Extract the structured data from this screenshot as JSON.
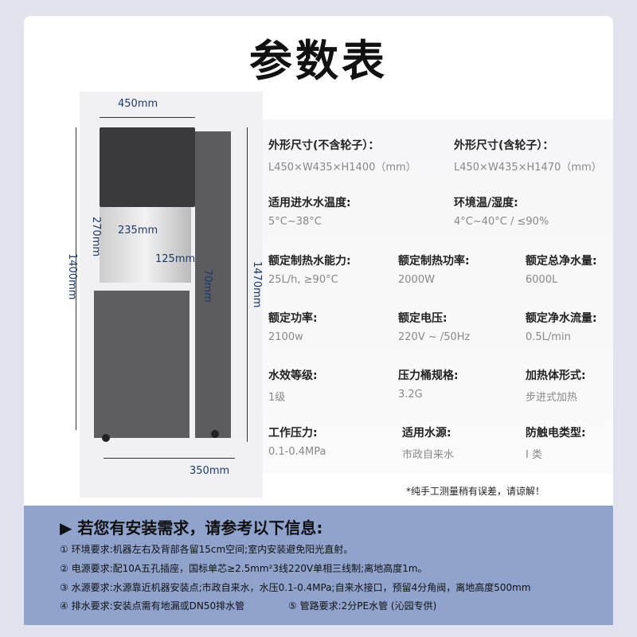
{
  "title": "参数表",
  "dimensions": {
    "width": "450mm",
    "outlet_width": "235mm",
    "outlet_height": "270mm",
    "height_no_wheels": "1400mm",
    "depth_outlet": "125mm",
    "drip": "70mm",
    "height_with_wheels": "1470mm",
    "base_depth": "350mm"
  },
  "specs": [
    {
      "label": "外形尺寸(不含轮子）：",
      "value": "L450×W435×H1400（mm）"
    },
    {
      "label": "外形尺寸(含轮子）：",
      "value": "L450×W435×H1470（mm）"
    },
    {
      "label": "适用进水水温度:",
      "value": "5°C~38°C"
    },
    {
      "label": "环境温/湿度:",
      "value": "4°C~40°C / ≤90%"
    },
    {
      "label": "额定制热水能力:",
      "value": "25L/h, ≥90°C"
    },
    {
      "label": "额定制热功率:",
      "value": "2000W"
    },
    {
      "label": "额定总净水量:",
      "value": "6000L"
    },
    {
      "label": "额定功率:",
      "value": "2100w"
    },
    {
      "label": "额定电压:",
      "value": "220V ~ /50Hz"
    },
    {
      "label": "额定净水流量:",
      "value": "0.5L/min"
    },
    {
      "label": "水效等级:",
      "value": "1级"
    },
    {
      "label": "压力桶规格:",
      "value": "3.2G"
    },
    {
      "label": "加热体形式:",
      "value": "步进式加热"
    },
    {
      "label": "工作压力:",
      "value": "0.1-0.4MPa"
    },
    {
      "label": "适用水源:",
      "value": "市政自来水"
    },
    {
      "label": "防触电类型:",
      "value": "I 类"
    }
  ],
  "note": "*纯手工测量稍有误差，请谅解！",
  "install": {
    "heading": "▶ 若您有安装需求，请参考以下信息:",
    "items": [
      "① 环境要求:机器左右及背部各留15cm空间;室内安装避免阳光直射。",
      "② 电源要求:配10A五孔插座，国标单芯≥2.5mm²3线220V单相三线制;离地高度1m。",
      "③ 水源要求:水源靠近机器安装点;市政自来水，水压0.1-0.4MPa;自来水接口，预留4分角阀，离地高度500mm",
      "④ 排水要求:安装点需有地漏或DN50排水管",
      "⑤ 管路要求:2分PE水管 (沁园专供)"
    ]
  },
  "colors": {
    "band": "#8fa3cc",
    "background": "#e3e3f0"
  }
}
